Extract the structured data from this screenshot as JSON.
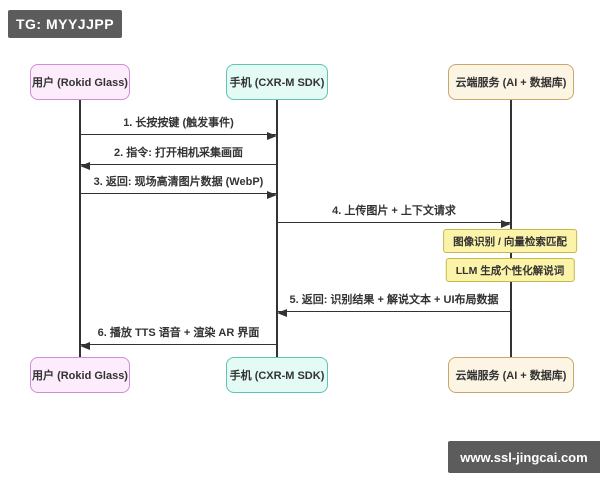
{
  "badge": {
    "text": "TG: MYYJJPP"
  },
  "watermark": {
    "text": "www.ssl-jingcai.com"
  },
  "colors": {
    "user-fill": "#fcecfc",
    "user-border": "#ce8fd8",
    "phone-fill": "#e4faf4",
    "phone-border": "#5fc4b4",
    "cloud-fill": "#fdf5e4",
    "cloud-border": "#c9a66b",
    "note-fill": "#fbf3a7",
    "note-border": "#c5b94e",
    "line": "#333333",
    "text": "#333333",
    "badge-bg": "#5c5c5c",
    "badge-text": "#ffffff"
  },
  "diagram": {
    "type": "sequence",
    "actors": [
      {
        "id": "user",
        "label": "用户 (Rokid Glass)"
      },
      {
        "id": "phone",
        "label": "手机 (CXR-M SDK)"
      },
      {
        "id": "cloud",
        "label": "云端服务 (AI + 数据库)"
      }
    ],
    "messages": [
      {
        "label": "1. 长按按键 (触发事件)",
        "from": "user",
        "to": "phone",
        "direction": "right"
      },
      {
        "label": "2. 指令: 打开相机采集画面",
        "from": "phone",
        "to": "user",
        "direction": "left"
      },
      {
        "label": "3. 返回: 现场高清图片数据 (WebP)",
        "from": "user",
        "to": "phone",
        "direction": "right"
      },
      {
        "label": "4. 上传图片 + 上下文请求",
        "from": "phone",
        "to": "cloud",
        "direction": "right"
      },
      {
        "label": "5. 返回: 识别结果 + 解说文本 + UI布局数据",
        "from": "cloud",
        "to": "phone",
        "direction": "left"
      },
      {
        "label": "6. 播放 TTS 语音 + 渲染 AR 界面",
        "from": "phone",
        "to": "user",
        "direction": "left"
      }
    ],
    "notes": [
      {
        "label": "图像识别 / 向量检索匹配",
        "on": "cloud"
      },
      {
        "label": "LLM 生成个性化解说词",
        "on": "cloud"
      }
    ]
  }
}
